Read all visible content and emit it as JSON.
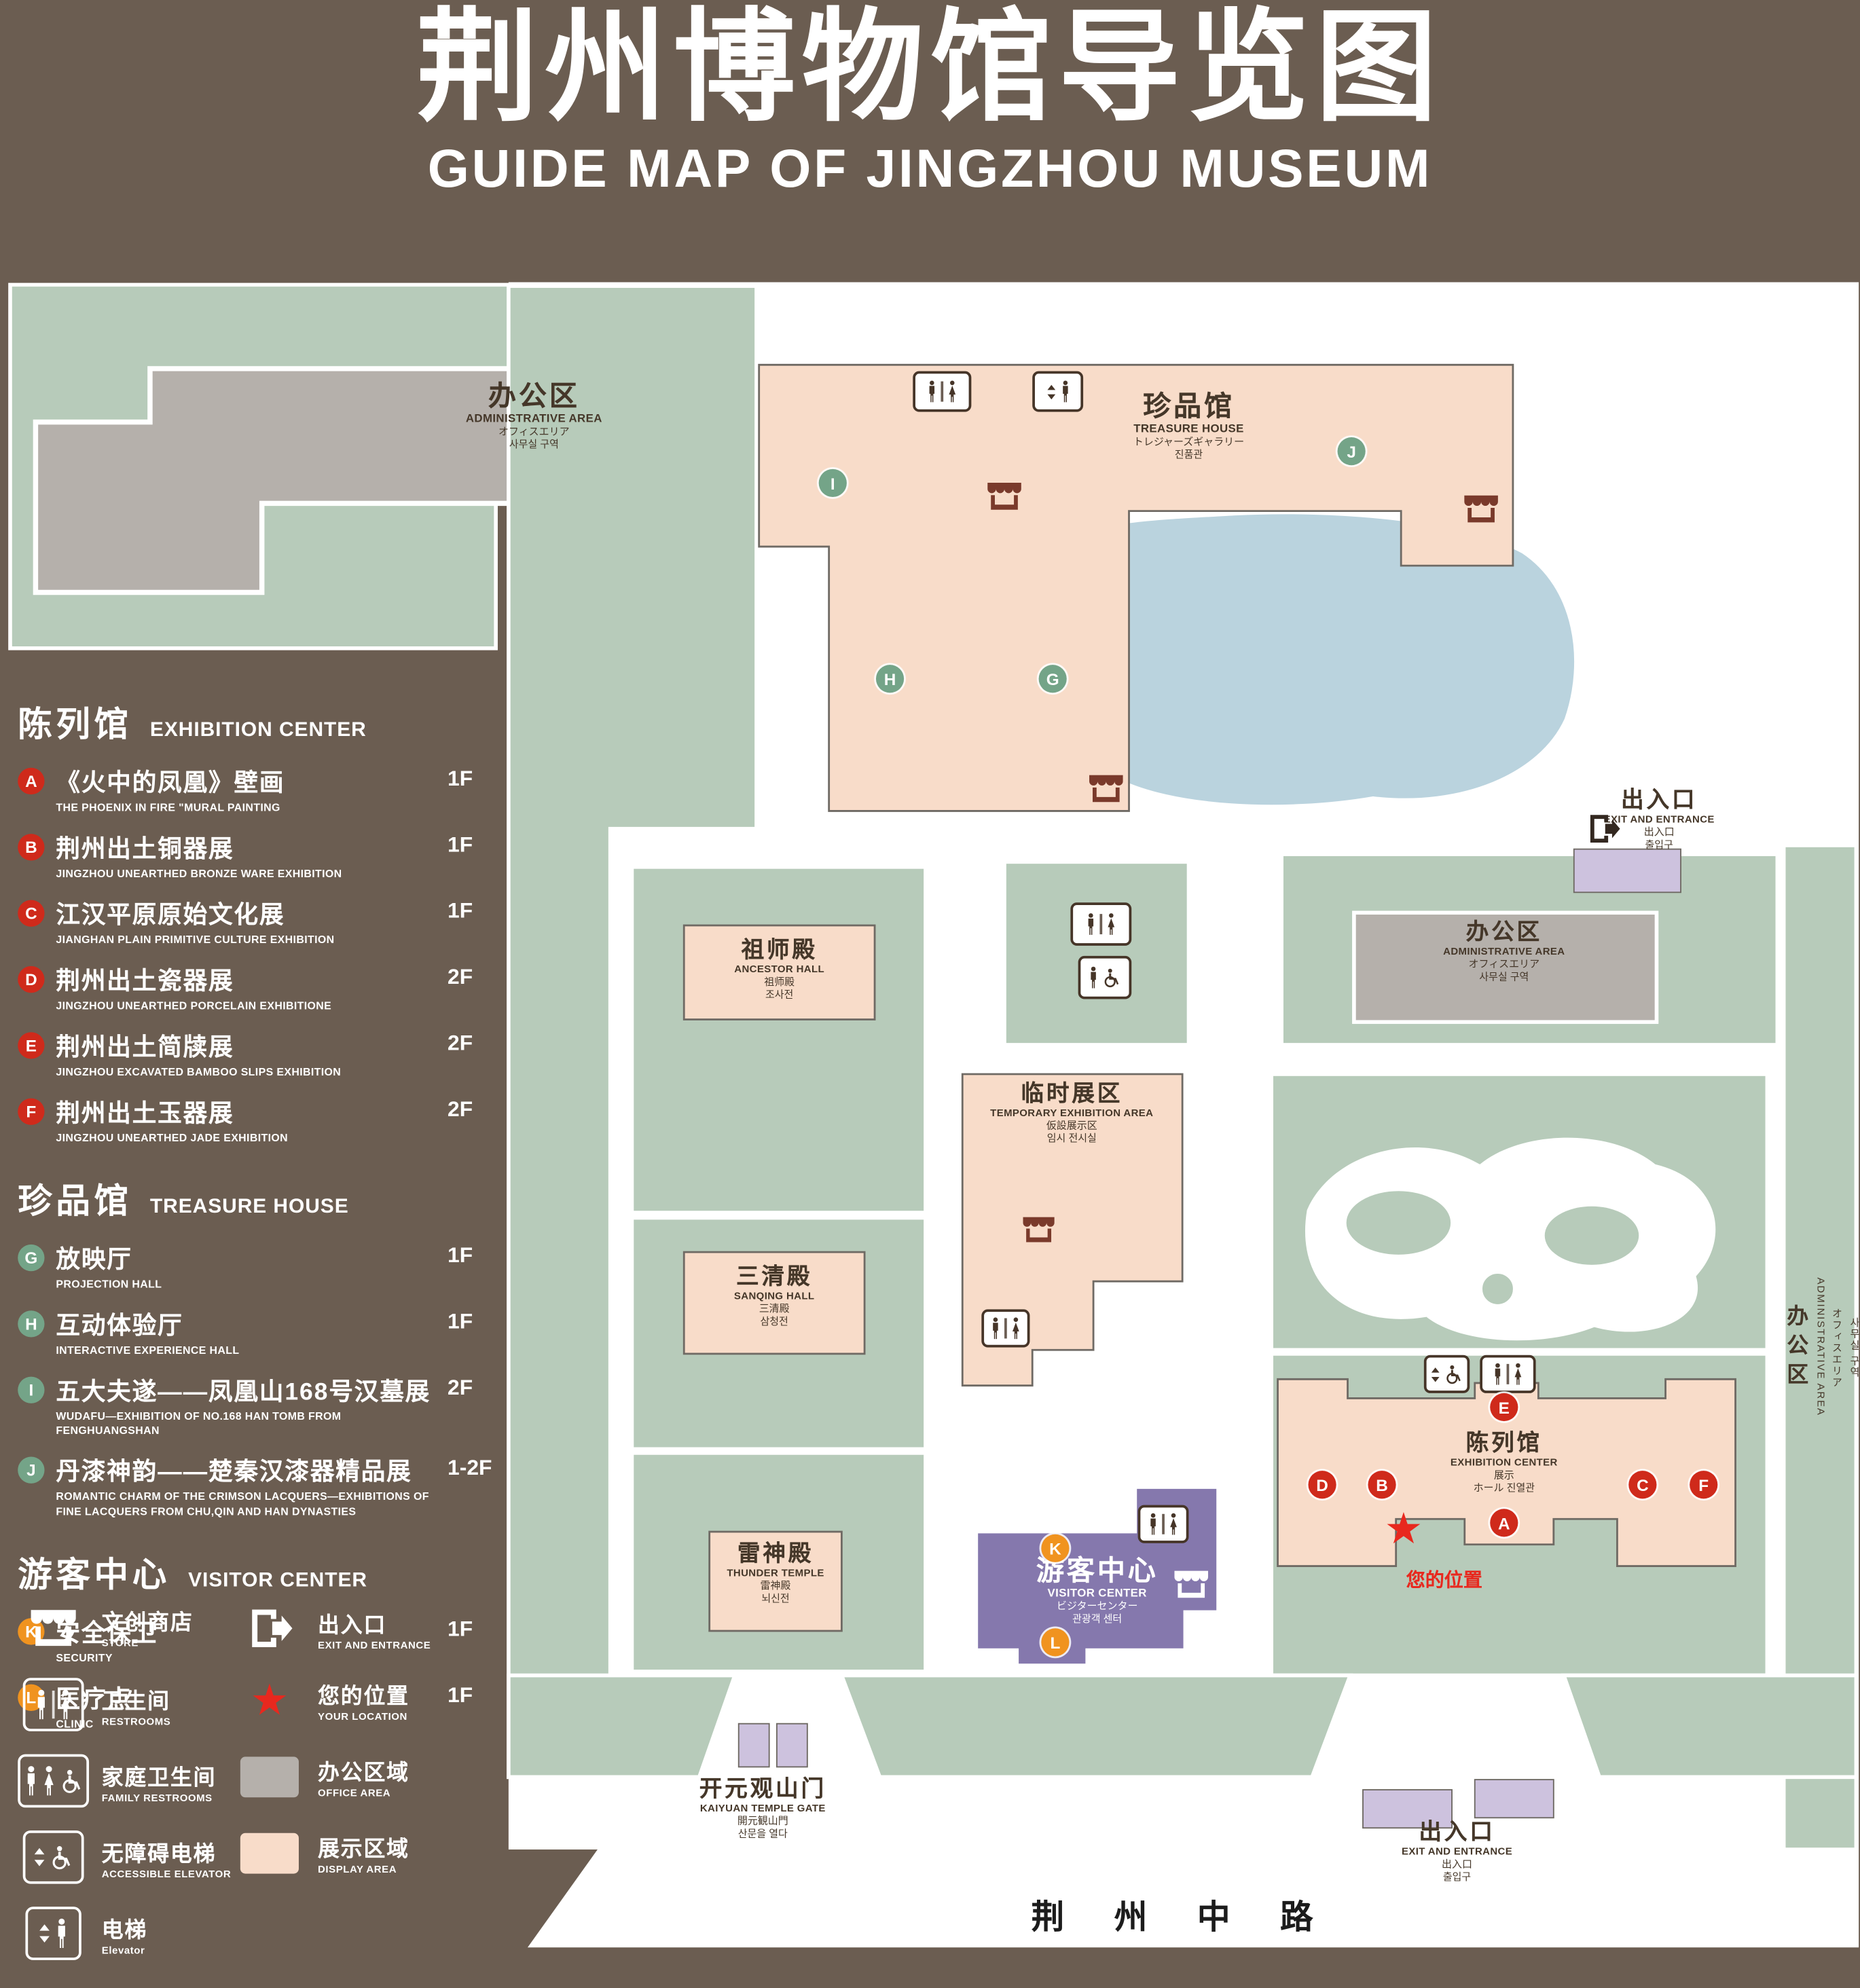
{
  "title": {
    "zh": "荆州博物馆导览图",
    "en": "GUIDE MAP OF JINGZHOU MUSEUM"
  },
  "colors": {
    "background": "#6b5d51",
    "grounds_green": "#b7cbba",
    "display_area": "#f8dcc9",
    "office_area": "#b5b0ab",
    "water": "#bad3de",
    "visitor_purple": "#8578ad",
    "marker_red": "#cf2a1b",
    "marker_green": "#74a488",
    "marker_orange": "#f0931f",
    "store_icon": "#7a3a2b",
    "location_red": "#e8281e",
    "entrance_purple": "#cdc2de"
  },
  "legend": {
    "sections": [
      {
        "zh": "陈列馆",
        "en": "EXHIBITION CENTER",
        "items": [
          {
            "letter": "A",
            "zh": "《火中的凤凰》壁画",
            "en": "THE PHOENIX IN FIRE \"MURAL PAINTING",
            "floor": "1F"
          },
          {
            "letter": "B",
            "zh": "荆州出土铜器展",
            "en": "JINGZHOU UNEARTHED BRONZE WARE EXHIBITION",
            "floor": "1F"
          },
          {
            "letter": "C",
            "zh": "江汉平原原始文化展",
            "en": "JIANGHAN PLAIN PRIMITIVE CULTURE EXHIBITION",
            "floor": "1F"
          },
          {
            "letter": "D",
            "zh": "荆州出土瓷器展",
            "en": "JINGZHOU UNEARTHED PORCELAIN EXHIBITIONE",
            "floor": "2F"
          },
          {
            "letter": "E",
            "zh": "荆州出土简牍展",
            "en": "JINGZHOU EXCAVATED BAMBOO SLIPS EXHIBITION",
            "floor": "2F"
          },
          {
            "letter": "F",
            "zh": "荆州出土玉器展",
            "en": "JINGZHOU UNEARTHED JADE EXHIBITION",
            "floor": "2F"
          }
        ]
      },
      {
        "zh": "珍品馆",
        "en": "TREASURE HOUSE",
        "items": [
          {
            "letter": "G",
            "zh": "放映厅",
            "en": "PROJECTION HALL",
            "floor": "1F"
          },
          {
            "letter": "H",
            "zh": "互动体验厅",
            "en": "INTERACTIVE EXPERIENCE HALL",
            "floor": "1F"
          },
          {
            "letter": "I",
            "zh": "五大夫遂——凤凰山168号汉墓展",
            "en": "WUDAFU—EXHIBITION OF NO.168 HAN TOMB FROM FENGHUANGSHAN",
            "floor": "2F"
          },
          {
            "letter": "J",
            "zh": "丹漆神韵——楚秦汉漆器精品展",
            "en": "ROMANTIC CHARM OF THE CRIMSON LACQUERS—EXHIBITIONS OF FINE LACQUERS FROM CHU,QIN AND HAN DYNASTIES",
            "floor": "1-2F"
          }
        ]
      },
      {
        "zh": "游客中心",
        "en": "VISITOR CENTER",
        "items": [
          {
            "letter": "K",
            "zh": "安全保卫",
            "en": "SECURITY",
            "floor": "1F"
          },
          {
            "letter": "L",
            "zh": "医疗点",
            "en": "CLINIC",
            "floor": "1F"
          }
        ]
      }
    ],
    "symbols": [
      {
        "icon": "store-icon",
        "zh": "文创商店",
        "en": "STORE"
      },
      {
        "icon": "restrooms-icon",
        "zh": "卫生间",
        "en": "RESTROOMS"
      },
      {
        "icon": "family-restrooms-icon",
        "zh": "家庭卫生间",
        "en": "FAMILY RESTROOMS"
      },
      {
        "icon": "accessible-elevator-icon",
        "zh": "无障碍电梯",
        "en": "ACCESSIBLE ELEVATOR"
      },
      {
        "icon": "elevator-icon",
        "zh": "电梯",
        "en": "Elevator"
      },
      {
        "icon": "exit-icon",
        "zh": "出入口",
        "en": "EXIT AND ENTRANCE"
      },
      {
        "icon": "location-icon",
        "zh": "您的位置",
        "en": "YOUR LOCATION"
      },
      {
        "icon": "office-area-swatch",
        "zh": "办公区域",
        "en": "OFFICE AREA"
      },
      {
        "icon": "display-area-swatch",
        "zh": "展示区域",
        "en": "DISPLAY AREA"
      }
    ]
  },
  "map": {
    "labels": {
      "admin_nw": {
        "zh": "办公区",
        "en": "ADMINISTRATIVE AREA",
        "ja": "オフィスエリア",
        "ko": "사무실 구역"
      },
      "treasure_house": {
        "zh": "珍品馆",
        "en": "TREASURE HOUSE",
        "ja": "トレジャーズギャラリー",
        "ko": "진품관"
      },
      "exit_ne": {
        "zh": "出入口",
        "en": "EXIT AND ENTRANCE",
        "ja": "出入口",
        "ko": "출입구"
      },
      "admin_e": {
        "zh": "办公区",
        "en": "ADMINISTRATIVE AREA",
        "ja": "オフィスエリア",
        "ko": "사무실 구역"
      },
      "admin_far_e": {
        "zh": "办公区",
        "en": "ADMINISTRATIVE AREA",
        "ja": "オフィスエリア",
        "ko": "사무실 구역"
      },
      "ancestor_hall": {
        "zh": "祖师殿",
        "en": "ANCESTOR HALL",
        "ja": "祖师殿",
        "ko": "조사전"
      },
      "temporary_area": {
        "zh": "临时展区",
        "en": "TEMPORARY EXHIBITION AREA",
        "ja": "仮設展示区",
        "ko": "임시 전시실"
      },
      "sanqing_hall": {
        "zh": "三清殿",
        "en": "SANQING HALL",
        "ja": "三清殿",
        "ko": "삼청전"
      },
      "thunder_temple": {
        "zh": "雷神殿",
        "en": "THUNDER TEMPLE",
        "ja": "雷神殿",
        "ko": "뇌신전"
      },
      "exhibition_center": {
        "zh": "陈列馆",
        "en": "EXHIBITION CENTER",
        "ja": "展示",
        "ko": "ホール 진열관"
      },
      "visitor_center": {
        "zh": "游客中心",
        "en": "VISITOR CENTER",
        "ja": "ビジターセンター",
        "ko": "관광객 센터"
      },
      "kaiyuan_gate": {
        "zh": "开元观山门",
        "en": "KAIYUAN TEMPLE GATE",
        "ja": "開元観山門",
        "ko": "산문을 열다"
      },
      "exit_s": {
        "zh": "出入口",
        "en": "EXIT AND ENTRANCE",
        "ja": "出入口",
        "ko": "출입구"
      },
      "your_location": {
        "zh": "您的位置"
      },
      "road": {
        "zh": "荆 州 中 路"
      }
    },
    "markers": {
      "a": "A",
      "b": "B",
      "c": "C",
      "d": "D",
      "e": "E",
      "f": "F",
      "g": "G",
      "h": "H",
      "i": "I",
      "j": "J",
      "k": "K",
      "l": "L"
    }
  }
}
